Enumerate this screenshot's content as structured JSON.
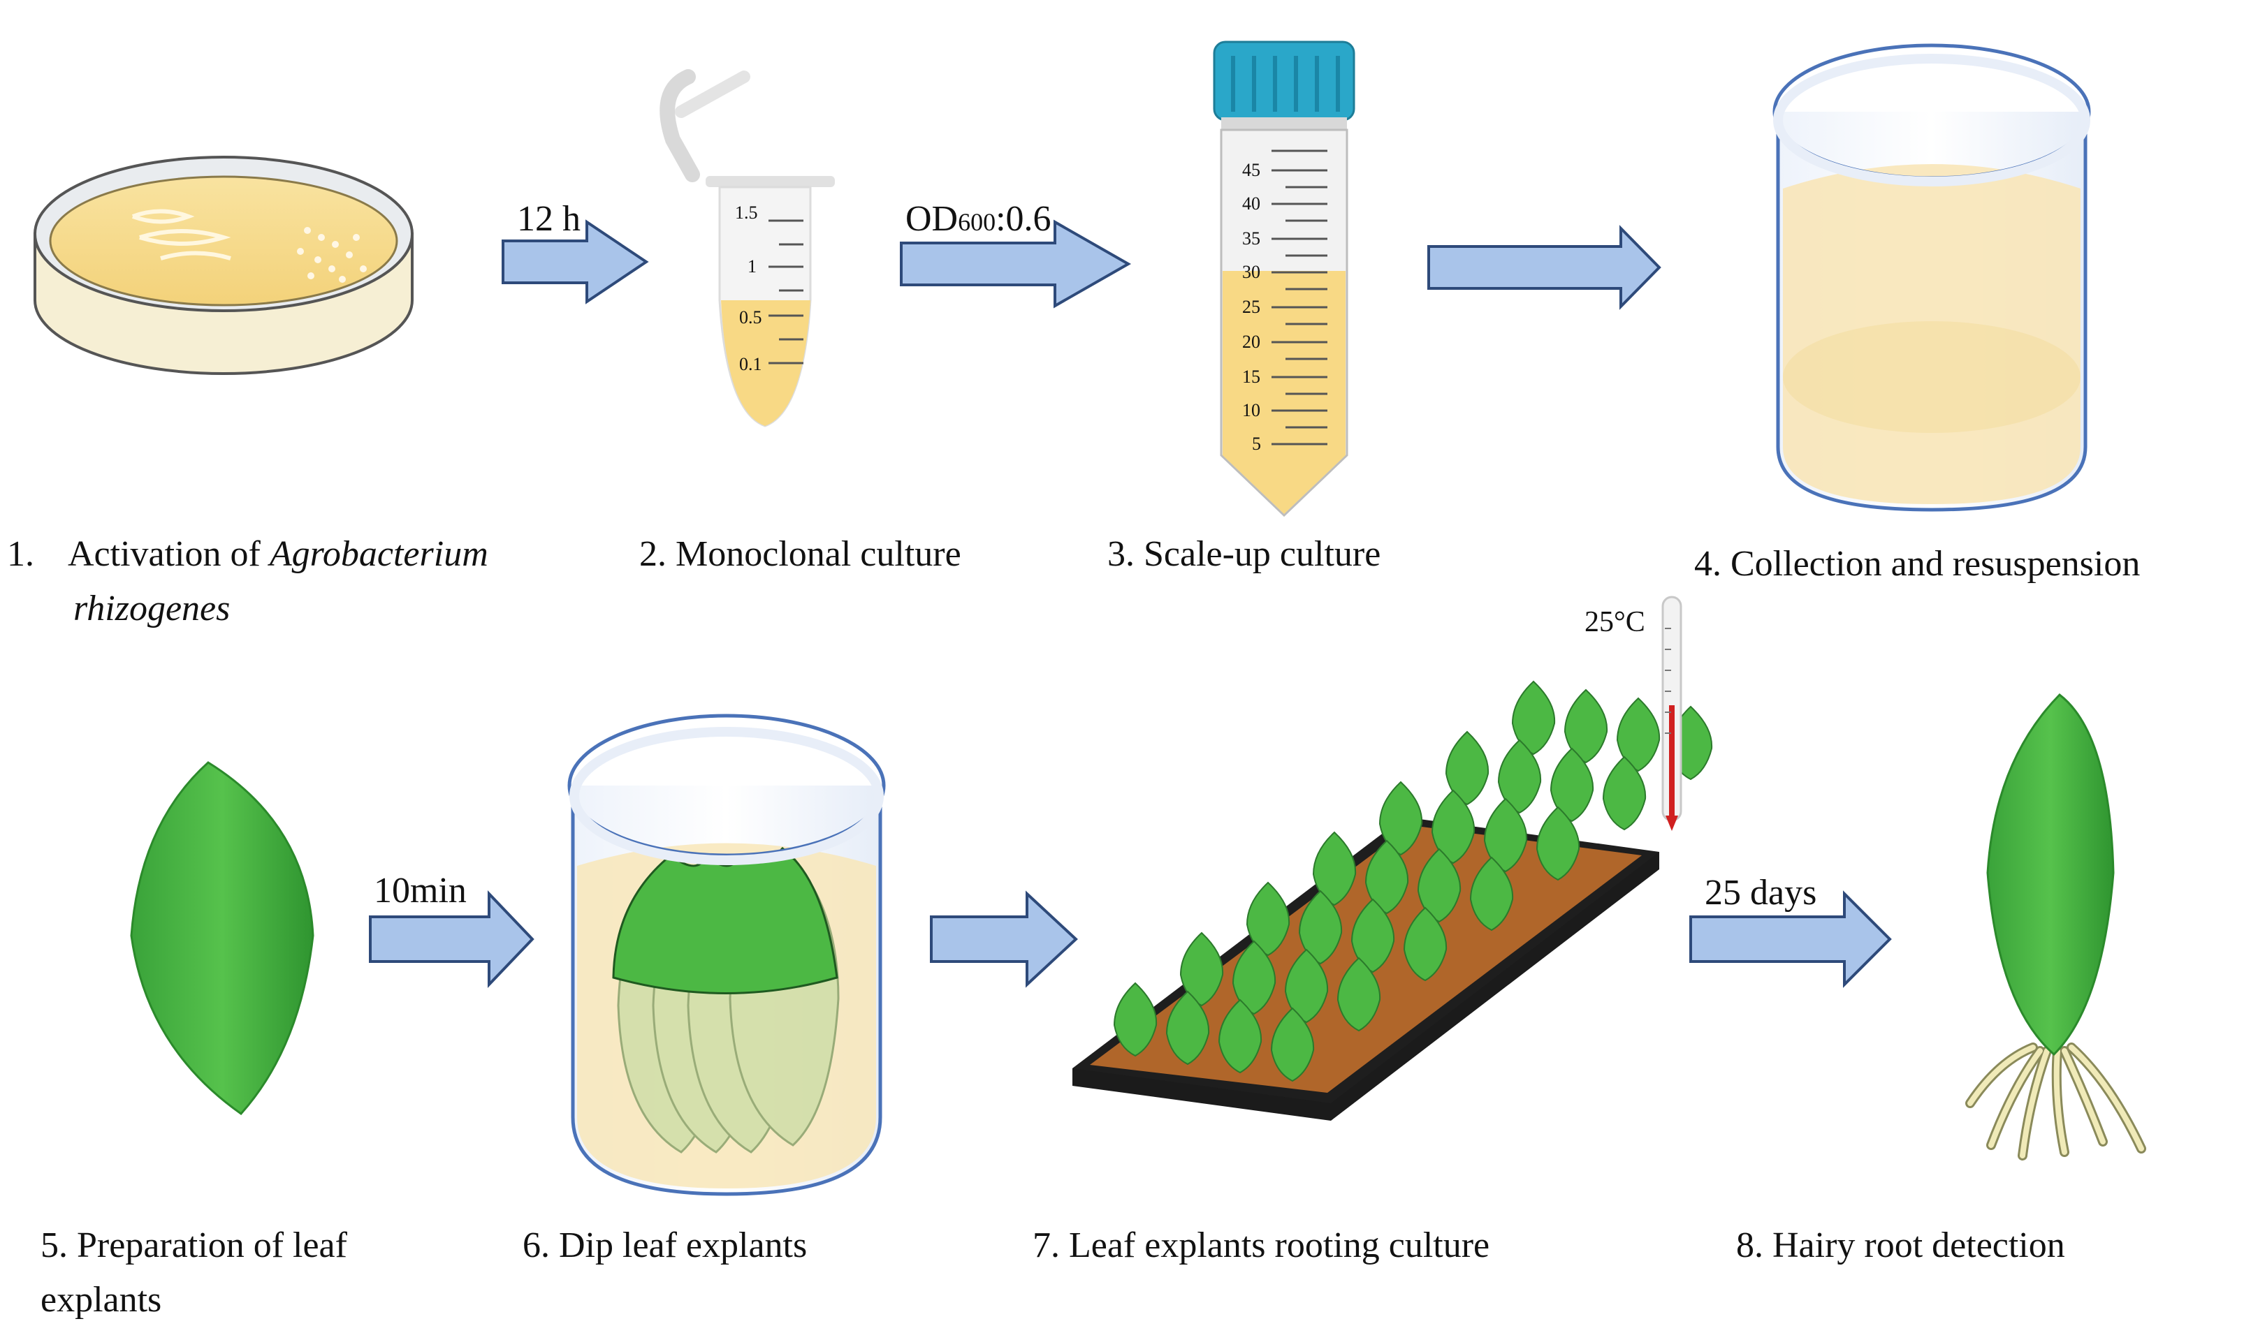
{
  "steps": [
    {
      "number": "1.",
      "text": "Activation of ",
      "italic_line1": "Agrobacterium",
      "italic_line2": "rhizogenes"
    },
    {
      "text": "2. Monoclonal culture"
    },
    {
      "text": "3. Scale-up culture"
    },
    {
      "text": "4. Collection and resuspension"
    },
    {
      "line1": "5. Preparation of leaf",
      "line2": "explants"
    },
    {
      "text": "6. Dip leaf explants"
    },
    {
      "text": "7. Leaf explants rooting culture"
    },
    {
      "text": "8. Hairy root detection"
    }
  ],
  "arrows": {
    "a1": "12 h",
    "a2_main": "OD",
    "a2_sub": "600",
    "a2_tail": ":0.6",
    "a3": "",
    "a5": "10min",
    "a6": "",
    "a7": "25 days"
  },
  "tube_marks": [
    "1.5",
    "1",
    "0.5",
    "0.1"
  ],
  "falcon_marks": [
    "45",
    "40",
    "35",
    "30",
    "25",
    "20",
    "15",
    "10",
    "5"
  ],
  "thermometer_label": "25°C",
  "colors": {
    "arrow_fill": "#a9c4ea",
    "arrow_stroke": "#2e4a7a",
    "culture_yellow": "#f7dd8e",
    "leaf_green": "#4cb844",
    "cap_cyan": "#2aa7c9",
    "tray_soil": "#b0662a",
    "tray_frame": "#1e1e1e"
  }
}
